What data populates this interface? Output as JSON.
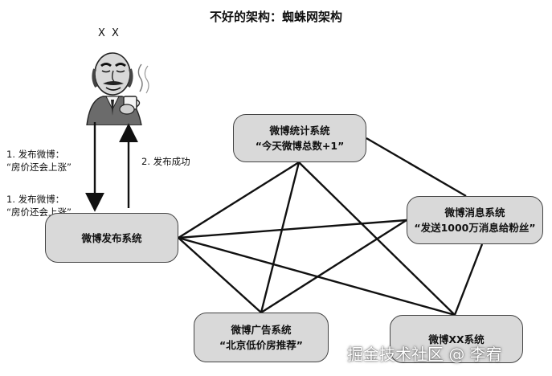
{
  "title": "不好的架构：蜘蛛网架构",
  "user": {
    "label": "X X"
  },
  "nodes": {
    "publish": {
      "line1": "微博发布系统"
    },
    "stats": {
      "line1": "微博统计系统",
      "line2": "“今天微博总数+1”"
    },
    "message": {
      "line1": "微博消息系统",
      "line2": "“发送1000万消息给粉丝”"
    },
    "ads": {
      "line1": "微博广告系统",
      "line2": "“北京低价房推荐”"
    },
    "xx": {
      "line1": "微博XX系统"
    }
  },
  "notes": {
    "request_top": {
      "line1": "1. 发布微博：",
      "line2": "“房价还会上涨”"
    },
    "success": {
      "line1": "2. 发布成功"
    },
    "request_bottom": {
      "line1": "1. 发布微博：",
      "line2": "“房价还会上涨”"
    }
  },
  "watermark": "掘金技术社区 @ 李宥"
}
